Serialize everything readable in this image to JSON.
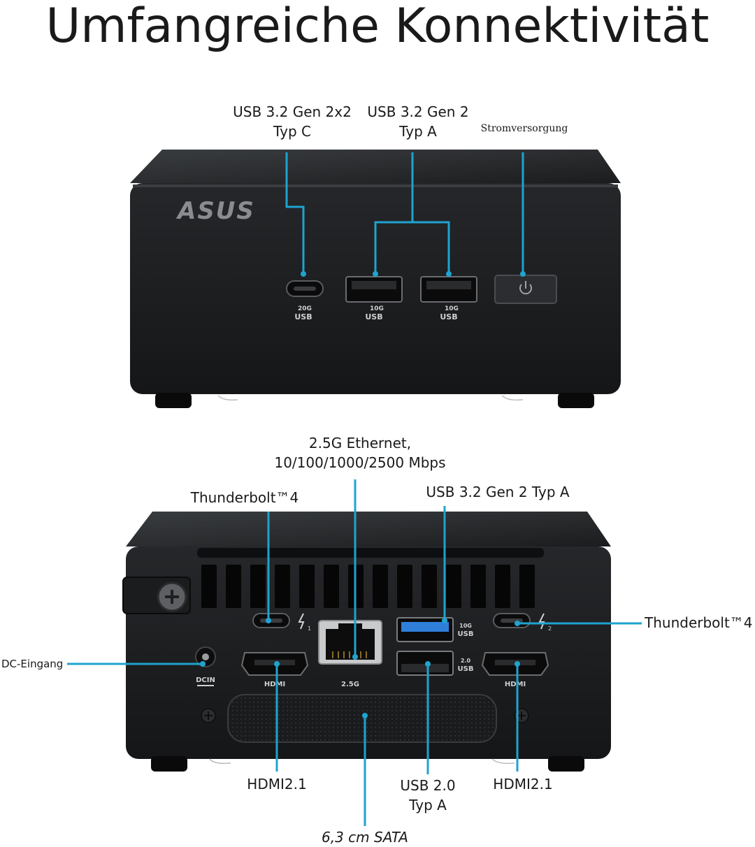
{
  "title": "Umfangreiche Konnektivität",
  "front": {
    "brand_logo": "ASUS",
    "labels": {
      "usb_c_line1": "USB 3.2 Gen 2x2",
      "usb_c_line2": "Typ C",
      "usb_a_line1": "USB 3.2 Gen 2",
      "usb_a_line2": "Typ A",
      "power": "Stromversorgung"
    },
    "port_marks": {
      "usb_c_speed": "20G",
      "usb_c_text": "USB",
      "usb_a1_speed": "10G",
      "usb_a1_text": "USB",
      "usb_a2_speed": "10G",
      "usb_a2_text": "USB"
    },
    "power_icon": "power-icon"
  },
  "rear": {
    "labels": {
      "ethernet_line1": "2.5G Ethernet,",
      "ethernet_line2": "10/100/1000/2500 Mbps",
      "thunderbolt_left": "Thunderbolt™4",
      "usb_a_top": "USB 3.2 Gen 2 Typ A",
      "thunderbolt_right": "Thunderbolt™4",
      "dc_in": "DC-Eingang",
      "hdmi_left": "HDMI2.1",
      "usb2_line1": "USB 2.0",
      "usb2_line2": "Typ A",
      "hdmi_right": "HDMI2.1",
      "sata": "6,3 cm SATA"
    },
    "port_marks": {
      "dcin": "DCIN",
      "hdmi_left": "HDMI",
      "lan": "2.5G",
      "usb_top_speed": "10G",
      "usb_top_text": "USB",
      "usb_bottom_speed": "2.0",
      "usb_bottom_text": "USB",
      "hdmi_right": "HDMI",
      "tb_left_num": "1",
      "tb_right_num": "2"
    }
  },
  "colors": {
    "accent": "#1fa3cf",
    "chassis": "#1d1f21",
    "chassis_top": "#2a2c2f",
    "port": "#0b0b0c",
    "usb_blue": "#2f7fd9"
  }
}
